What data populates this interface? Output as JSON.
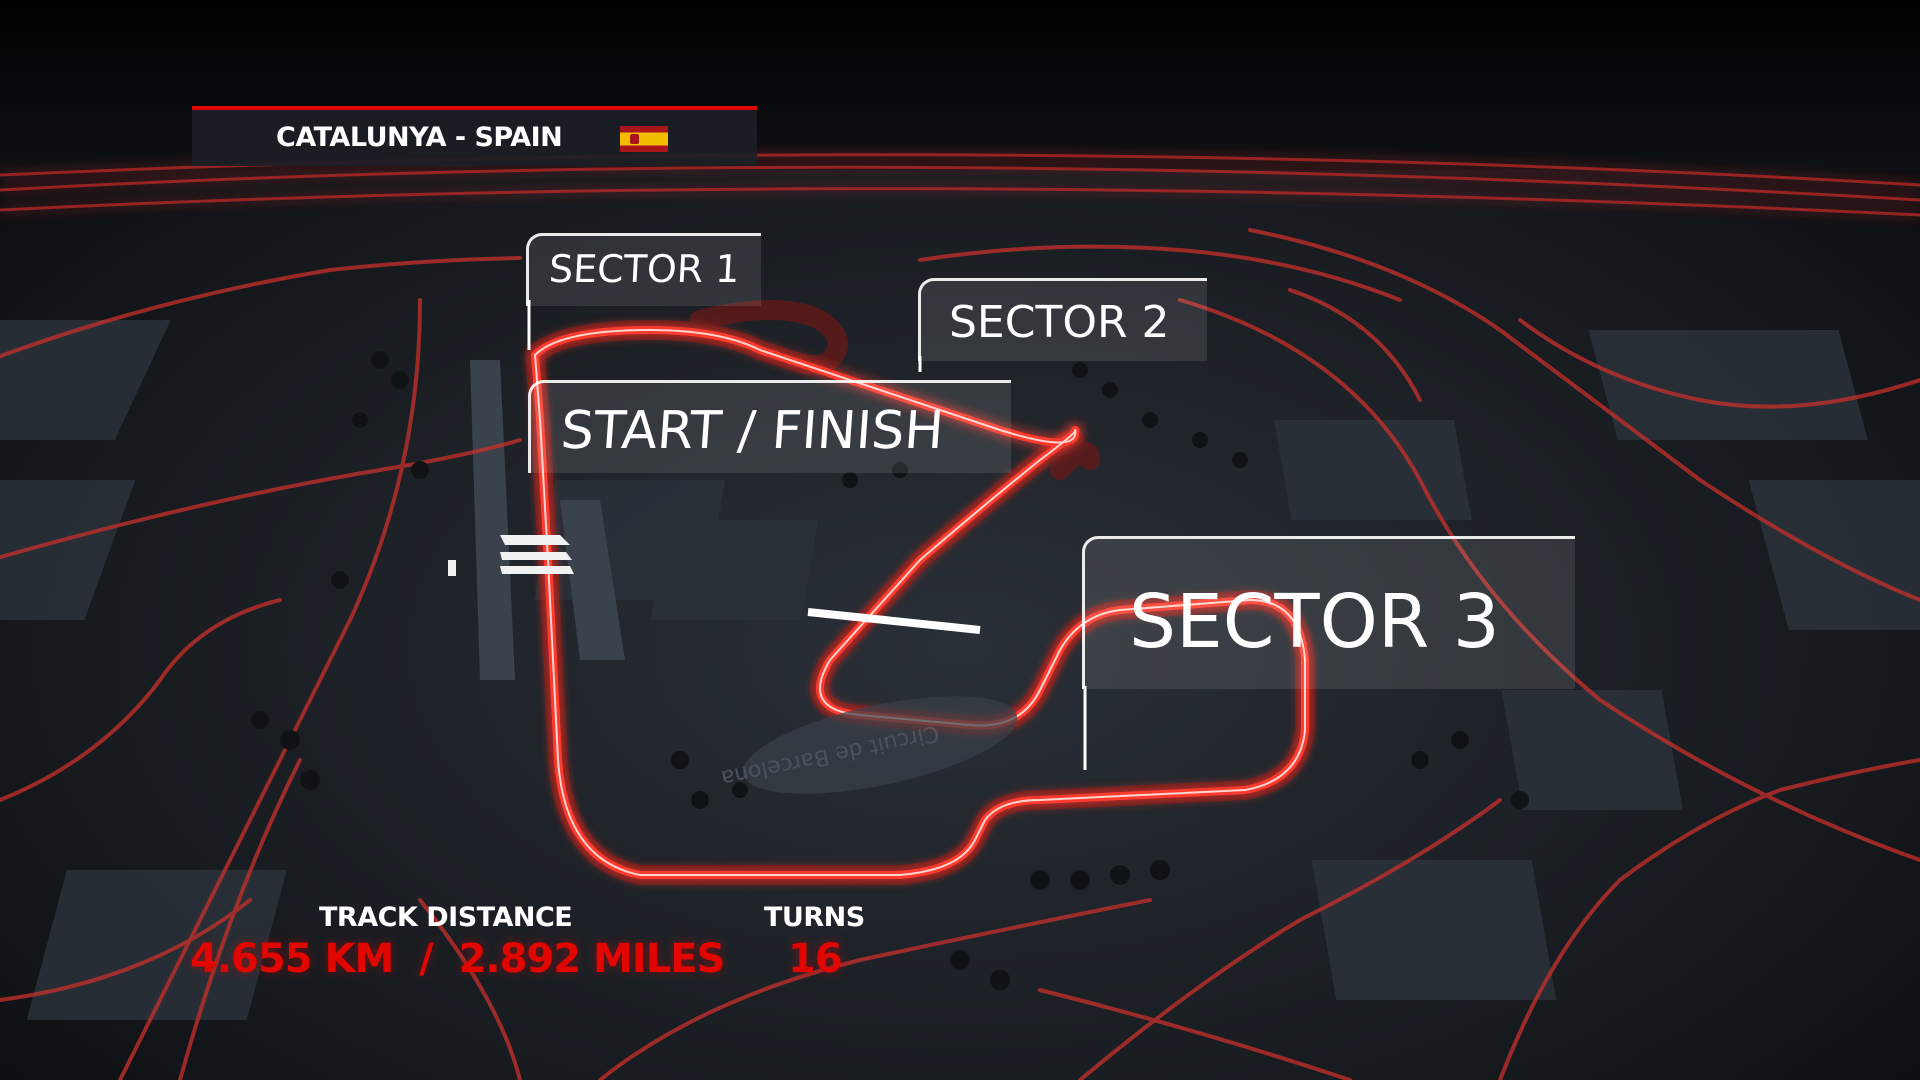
{
  "header": {
    "circuit_title": "CATALUNYA - SPAIN",
    "flag": "spain-flag-icon"
  },
  "track_labels": {
    "sector1": "SECTOR 1",
    "sector2": "SECTOR 2",
    "start_finish": "START / FINISH",
    "sector3": "SECTOR 3"
  },
  "stats": {
    "distance_label": "TRACK DISTANCE",
    "distance_value": "4.655 KM  /  2.892 MILES",
    "turns_label": "TURNS",
    "turns_value": "16"
  },
  "map_marking": "Circuit de Barcelona",
  "colors": {
    "accent_red": "#e10600",
    "background": "#0b0d10",
    "road": "#d8322c",
    "label_text": "#ffffff"
  }
}
